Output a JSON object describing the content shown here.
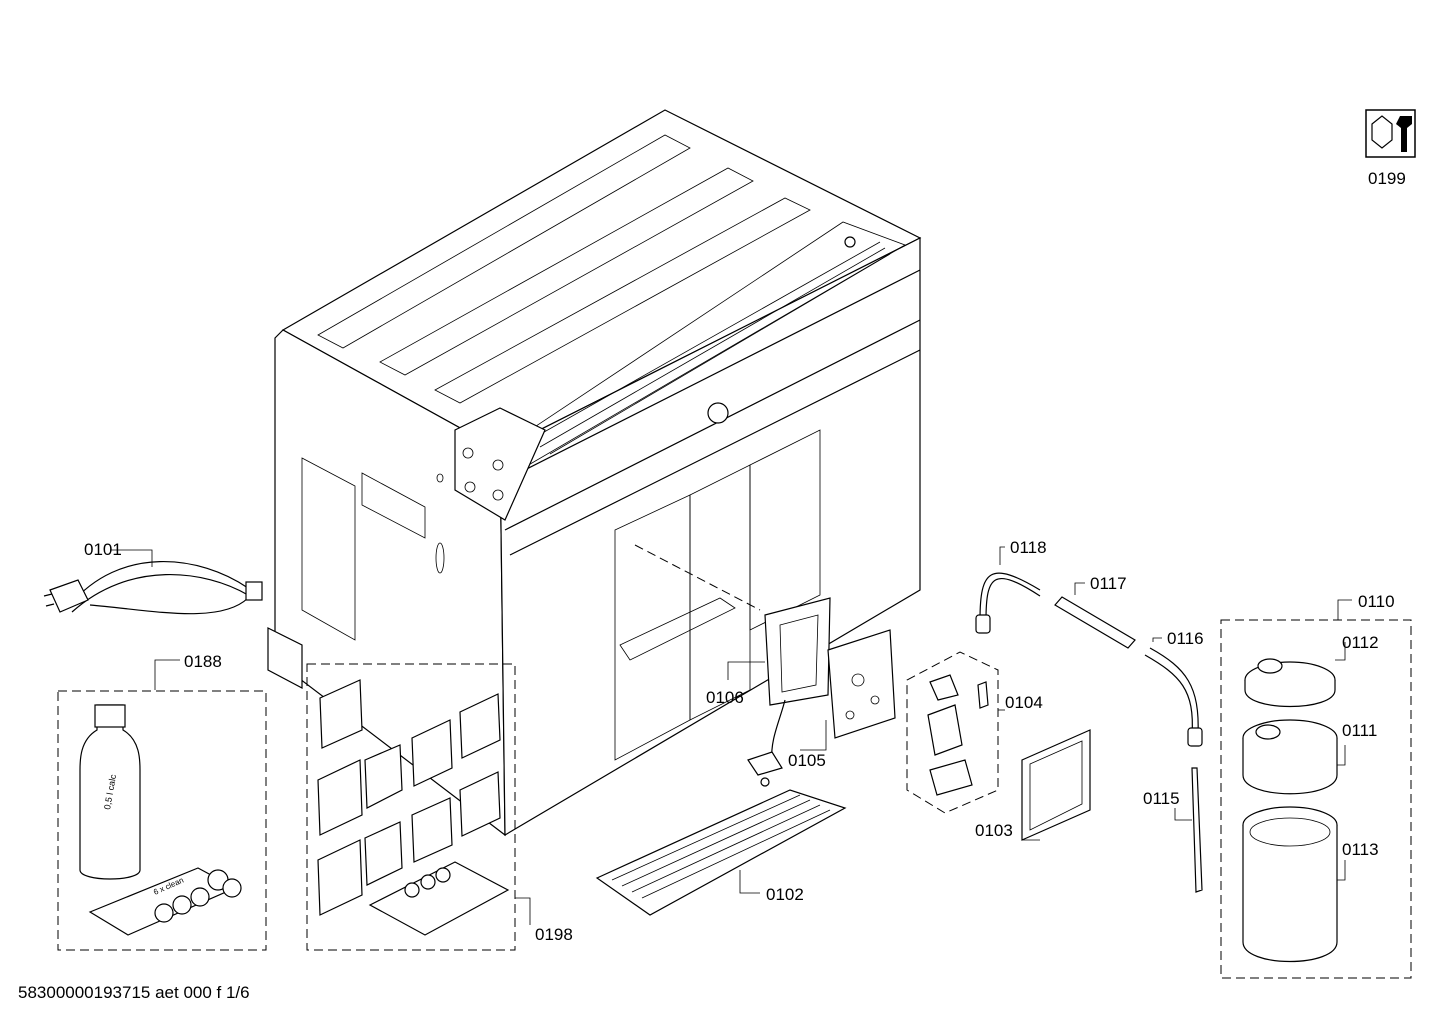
{
  "diagram": {
    "labels": {
      "p0101": "0101",
      "p0102": "0102",
      "p0103": "0103",
      "p0104": "0104",
      "p0105": "0105",
      "p0106": "0106",
      "p0110": "0110",
      "p0111": "0111",
      "p0112": "0112",
      "p0113": "0113",
      "p0115": "0115",
      "p0116": "0116",
      "p0117": "0117",
      "p0118": "0118",
      "p0188": "0188",
      "p0198": "0198",
      "p0199": "0199"
    },
    "bottle_text": "0,5 l calc",
    "pack_text": "6 x clean",
    "footer": "58300000193715 aet 000 f 1/6"
  },
  "icons": [
    "tools-icon"
  ]
}
